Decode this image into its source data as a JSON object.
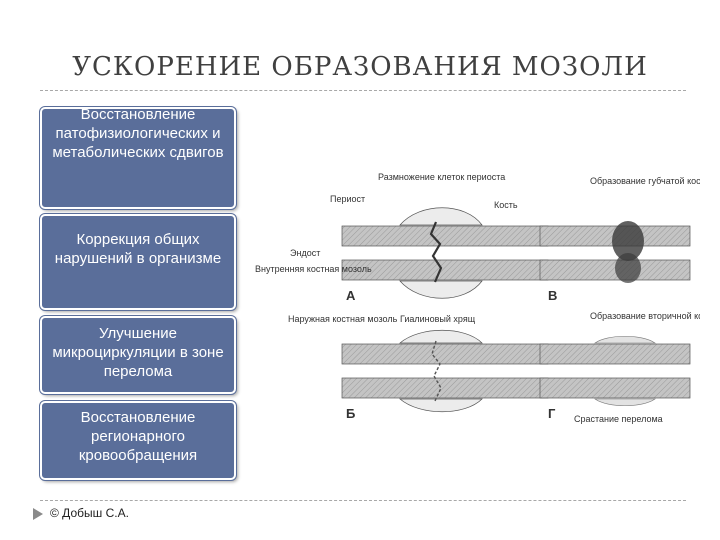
{
  "slide": {
    "title": "УСКОРЕНИЕ ОБРАЗОВАНИЯ МОЗОЛИ",
    "footer": "© Добыш С.А."
  },
  "callouts": [
    {
      "text": "Восстановление патофизиологических и метаболических сдвигов"
    },
    {
      "text": "Коррекция общих нарушений в организме"
    },
    {
      "text": "Улучшение микроциркуляции в зоне перелома"
    },
    {
      "text": "Восстановление регионарного кровообращения"
    }
  ],
  "figure": {
    "panels": [
      {
        "letter": "А",
        "labels": {
          "top_left": "Периост",
          "top_center": "Размножение клеток периоста",
          "top_right": "Кость",
          "side_1": "Эндост",
          "side_2": "Внутренняя костная мозоль"
        }
      },
      {
        "letter": "В",
        "labels": {
          "top": "Образование губчатой кости"
        }
      },
      {
        "letter": "Б",
        "labels": {
          "top_left": "Наружная костная мозоль",
          "top_center": "Гиалиновый хрящ"
        }
      },
      {
        "letter": "Г",
        "labels": {
          "top": "Образование вторичной кости",
          "bottom": "Срастание перелома"
        }
      }
    ]
  },
  "colors": {
    "callout_fill": "#5a6e9a",
    "callout_text": "#ffffff",
    "title_text": "#404040",
    "bone_fill": "#bcbcbc"
  }
}
